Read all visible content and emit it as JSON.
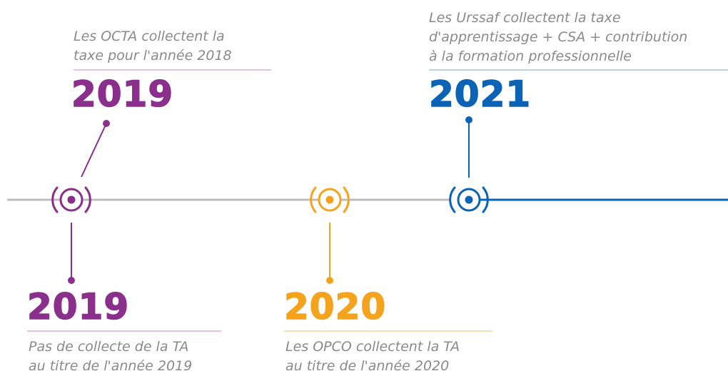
{
  "colors": {
    "purple": "#8b2f8c",
    "purple_light": "#e3c3e4",
    "orange": "#f5a31c",
    "orange_light": "#fbdfb4",
    "blue": "#0b63b6",
    "blue_light": "#b9d3ec",
    "axis_gray": "#bdbdbd",
    "text_gray": "#8a8a8a"
  },
  "milestones": [
    {
      "id": "2019-top",
      "year": "2019",
      "color": "purple",
      "lines": [
        "Les OCTA collectent la",
        "taxe pour l'année 2018"
      ]
    },
    {
      "id": "2019-bottom",
      "year": "2019",
      "color": "purple",
      "lines": [
        "Pas de collecte de la TA",
        "au titre de l'année 2019"
      ]
    },
    {
      "id": "2020",
      "year": "2020",
      "color": "orange",
      "lines": [
        "Les OPCO collectent la TA",
        "au titre de l'année 2020"
      ]
    },
    {
      "id": "2021",
      "year": "2021",
      "color": "blue",
      "lines": [
        "Les Urssaf collectent la taxe",
        "d'apprentissage + CSA + contribution",
        "à la formation professionnelle"
      ]
    }
  ]
}
